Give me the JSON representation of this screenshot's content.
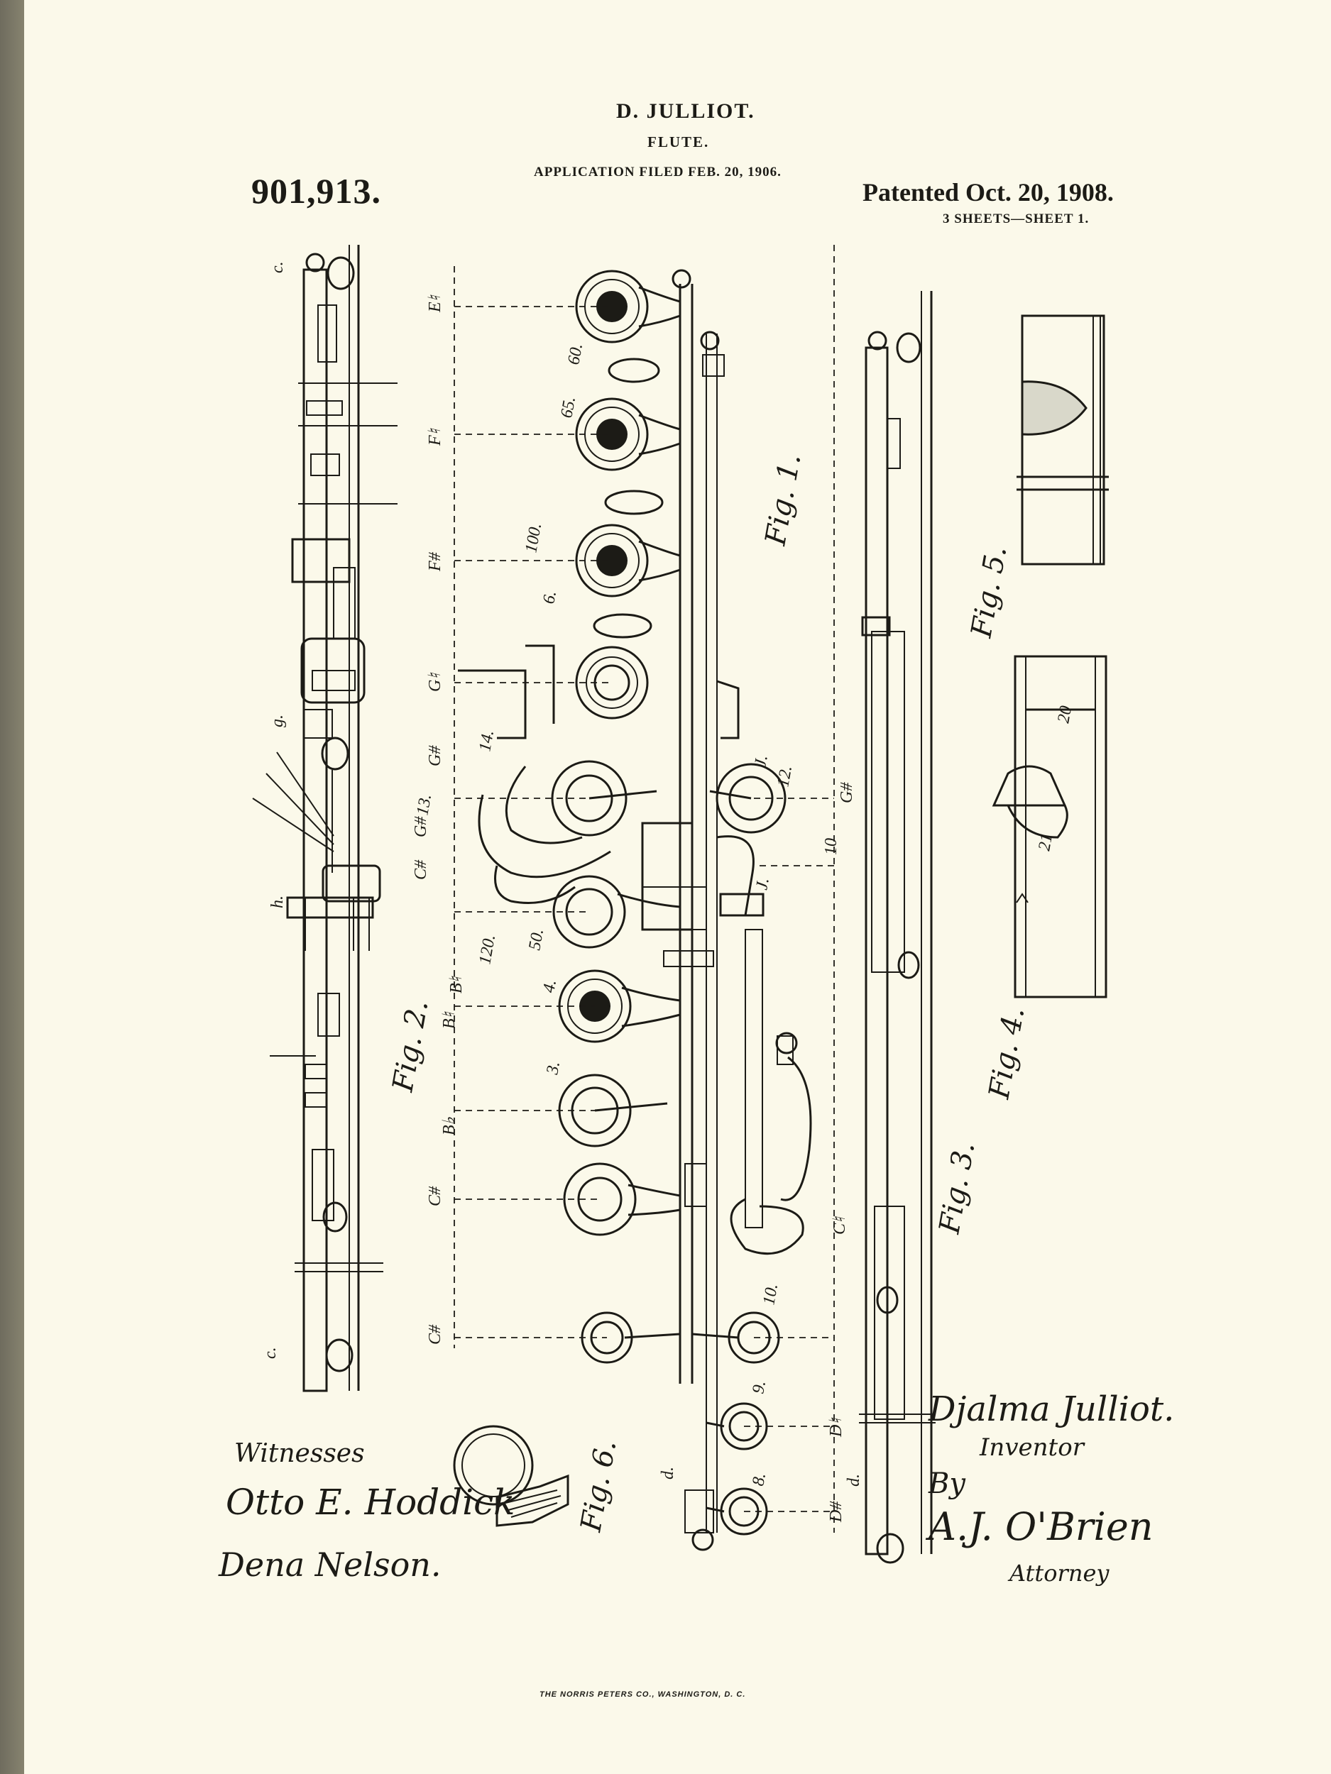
{
  "header": {
    "inventor": "D. JULLIOT.",
    "title": "FLUTE.",
    "filed": "APPLICATION FILED FEB. 20, 1906.",
    "patent_number": "901,913.",
    "patented": "Patented Oct. 20, 1908.",
    "sheets": "3 SHEETS—SHEET 1."
  },
  "signatures": {
    "witnesses_label": "Witnesses",
    "witness_1": "Otto E. Hoddick",
    "witness_2": "Dena Nelson.",
    "inventor_signature": "Djalma Julliot.",
    "inventor_label": "Inventor",
    "by_label": "By",
    "attorney_signature": "A.J. O'Brien",
    "attorney_label": "Attorney"
  },
  "figures": {
    "fig1": "Fig. 1.",
    "fig2": "Fig. 2.",
    "fig3": "Fig. 3.",
    "fig4": "Fig. 4.",
    "fig5": "Fig. 5.",
    "fig6": "Fig. 6."
  },
  "notes": {
    "E": "E♮",
    "F": "F♮",
    "Fs": "F#",
    "G": "G♮",
    "Gs1": "G#",
    "Gs2": "G#",
    "Cs1": "C#",
    "Cs2": "C#",
    "Cs3": "C#",
    "B1": "B♮",
    "B2": "B♮",
    "Bb": "B♭",
    "C": "C♮",
    "D1": "D♮",
    "Ds": "D#",
    "Gs3": "G#",
    "ref": [
      {
        "t": "65."
      },
      {
        "t": "60."
      },
      {
        "t": "6."
      },
      {
        "t": "100."
      },
      {
        "t": "12."
      },
      {
        "t": "50."
      },
      {
        "t": "120."
      },
      {
        "t": "4."
      },
      {
        "t": "3."
      },
      {
        "t": "10."
      },
      {
        "t": "9."
      },
      {
        "t": "8."
      },
      {
        "t": "20"
      },
      {
        "t": "21"
      },
      {
        "t": "14."
      },
      {
        "t": "13."
      },
      {
        "t": "c."
      },
      {
        "t": "c."
      },
      {
        "t": "h."
      },
      {
        "t": "g."
      },
      {
        "t": "d."
      },
      {
        "t": "d."
      },
      {
        "t": "J."
      },
      {
        "t": "J."
      },
      {
        "t": "10"
      }
    ]
  },
  "footer": {
    "printer": "THE NORRIS PETERS CO., WASHINGTON, D. C."
  }
}
